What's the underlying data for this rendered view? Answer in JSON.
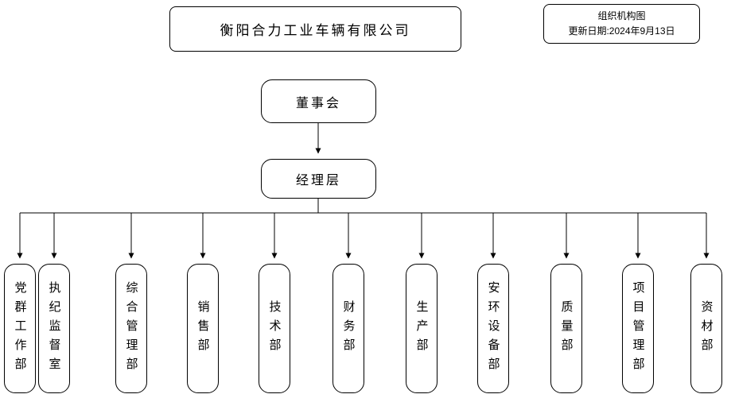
{
  "header": {
    "company_title": "衡阳合力工业车辆有限公司",
    "info_box": {
      "title": "组织机构图",
      "update_date": "更新日期:2024年9月13日"
    }
  },
  "chart": {
    "root": "董事会",
    "management": "经理层",
    "departments": [
      "党群工作部",
      "执纪监督室",
      "综合管理部",
      "销售部",
      "技术部",
      "财务部",
      "生产部",
      "安环设备部",
      "质量部",
      "项目管理部",
      "资材部"
    ]
  }
}
